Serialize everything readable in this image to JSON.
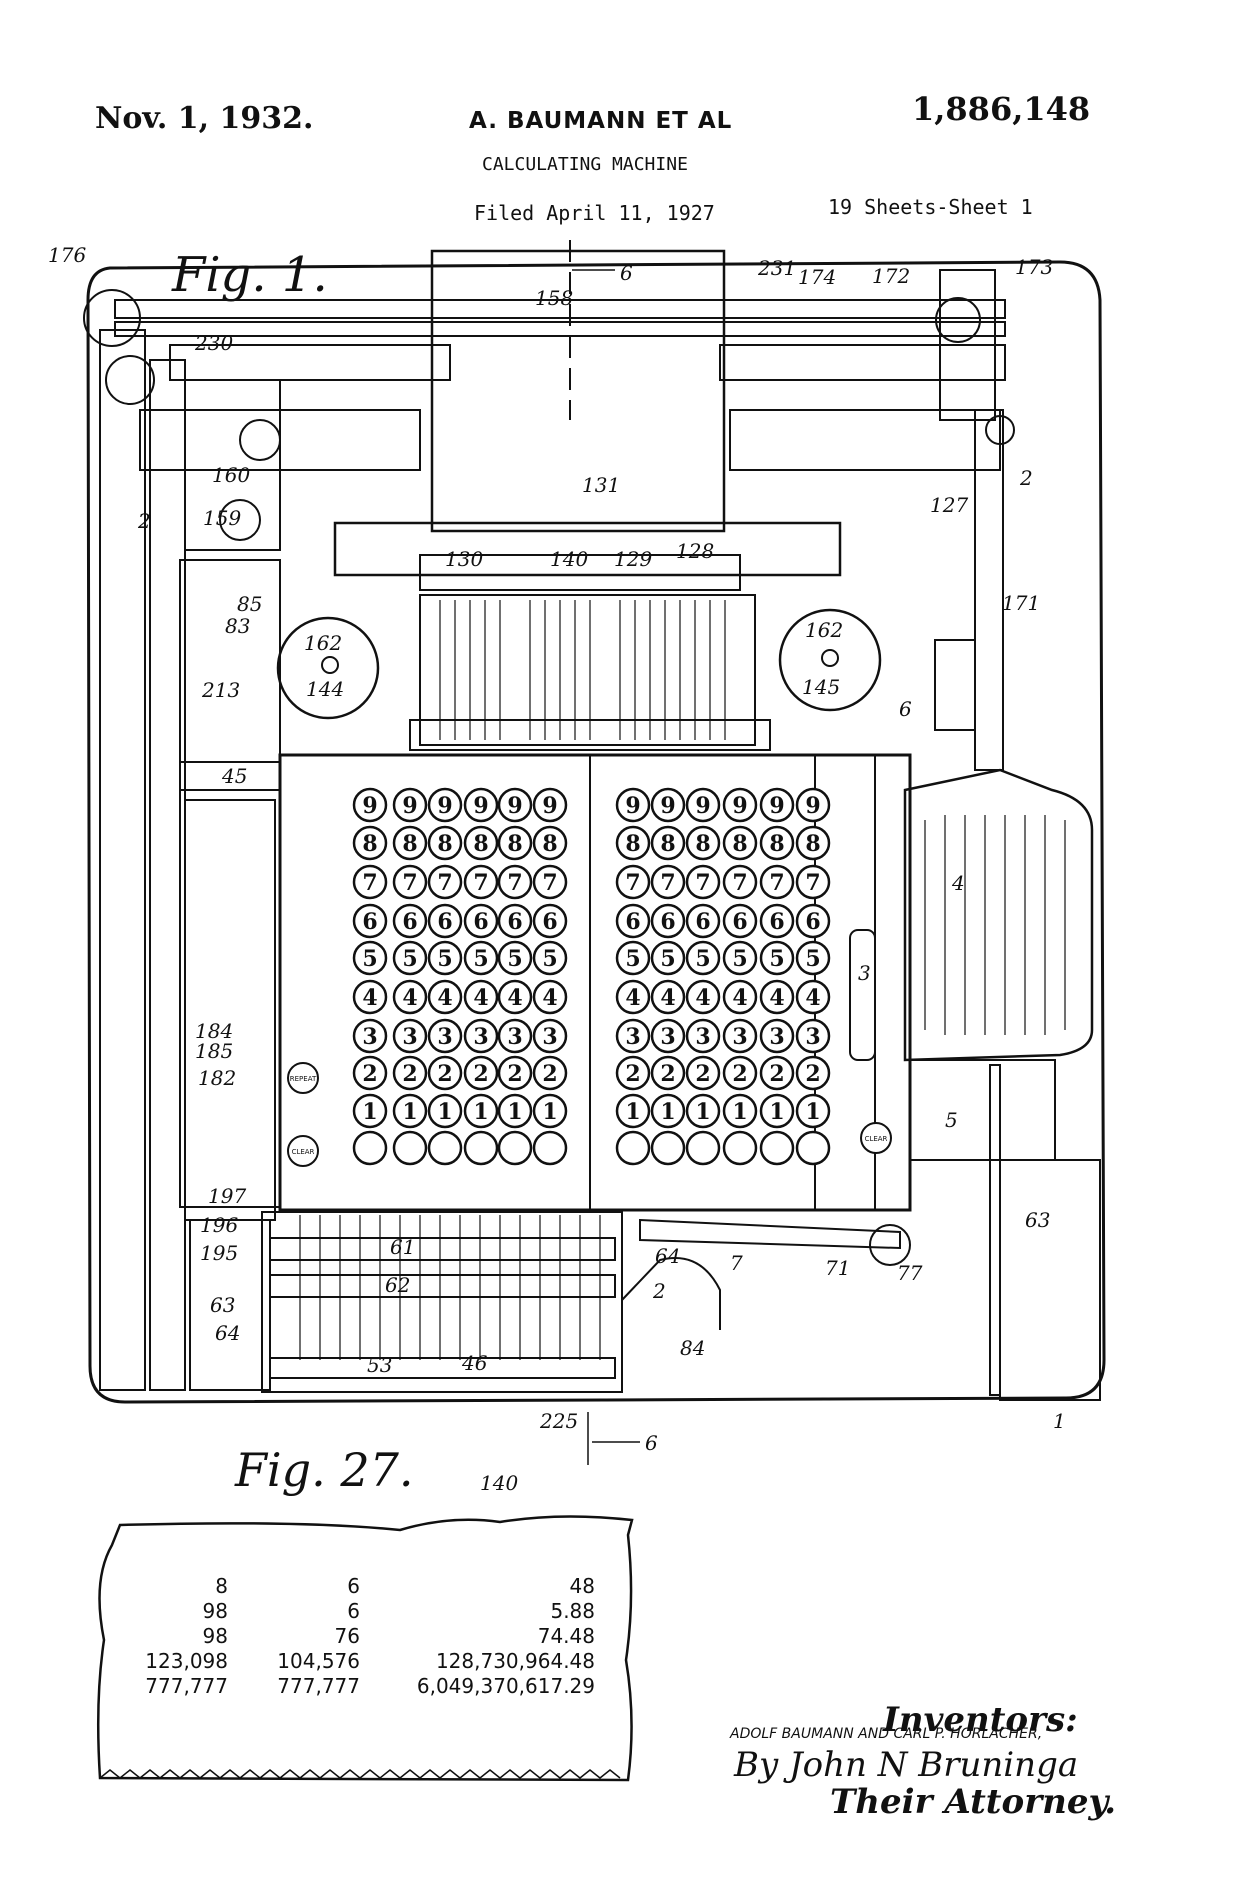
{
  "header": {
    "date": "Nov. 1, 1932.",
    "inventors_short": "A. BAUMANN ET AL",
    "patent_number": "1,886,148",
    "title": "CALCULATING MACHINE",
    "filed": "Filed April 11, 1927",
    "sheets": "19 Sheets-Sheet 1"
  },
  "figures": {
    "fig1_label": "Fig. 1.",
    "fig27_label": "Fig. 27."
  },
  "keyboard": {
    "digits": [
      "9",
      "8",
      "7",
      "6",
      "5",
      "4",
      "3",
      "2",
      "1"
    ],
    "left_button_1": "REPEAT",
    "left_button_2": "CLEAR",
    "right_button": "CLEAR"
  },
  "reference_numerals": [
    "176",
    "173",
    "172",
    "174",
    "231",
    "158",
    "6",
    "230",
    "160",
    "159",
    "2",
    "131",
    "127",
    "2",
    "130",
    "140",
    "129",
    "128",
    "85",
    "83",
    "162",
    "144",
    "162",
    "145",
    "171",
    "213",
    "45",
    "6",
    "4",
    "3",
    "184",
    "185",
    "182",
    "5",
    "197",
    "196",
    "195",
    "61",
    "62",
    "64",
    "63",
    "2",
    "63",
    "64",
    "84",
    "53",
    "46",
    "7",
    "71",
    "77",
    "225",
    "6",
    "1",
    "140"
  ],
  "tape_140": {
    "rows": [
      [
        "8",
        "6",
        "48"
      ],
      [
        "98",
        "6",
        "5.88"
      ],
      [
        "98",
        "76",
        "74.48"
      ],
      [
        "123,098",
        "104,576",
        "128,730,964.48"
      ],
      [
        "777,777",
        "777,777",
        "6,049,370,617.29"
      ]
    ]
  },
  "signature": {
    "names": "ADOLF BAUMANN AND CARL P. HORLACHER,",
    "inventors": "Inventors:",
    "by": "By John N Bruninga",
    "attorney": "Their Attorney."
  }
}
